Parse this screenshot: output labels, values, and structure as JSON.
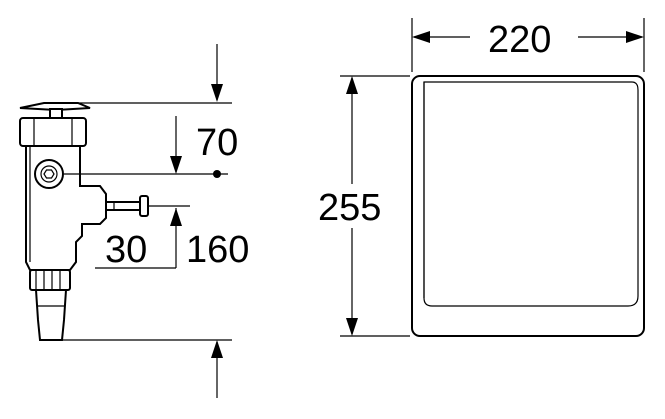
{
  "dimensions": {
    "width_top": "220",
    "height_right": "255",
    "offset_70": "70",
    "offset_30": "30",
    "offset_160": "160"
  }
}
